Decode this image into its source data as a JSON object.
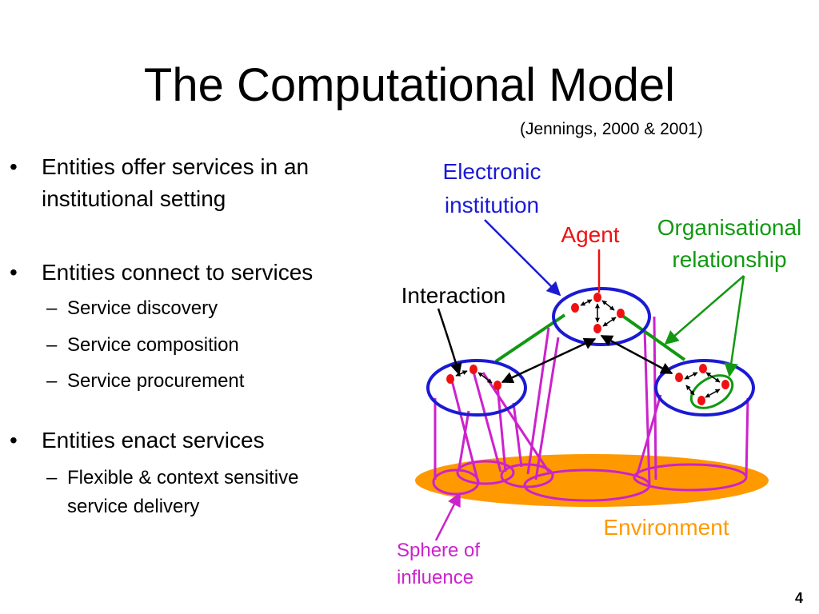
{
  "slide": {
    "title": "The Computational Model",
    "citation": "(Jennings, 2000 & 2001)",
    "page_number": "4"
  },
  "bullets": [
    {
      "text_lines": [
        "Entities offer services in an",
        "institutional setting"
      ],
      "sub": []
    },
    {
      "text_lines": [
        "Entities connect to services"
      ],
      "sub": [
        {
          "text_lines": [
            "Service discovery"
          ]
        },
        {
          "text_lines": [
            "Service composition"
          ]
        },
        {
          "text_lines": [
            "Service procurement"
          ]
        }
      ]
    },
    {
      "text_lines": [
        "Entities enact services"
      ],
      "sub": [
        {
          "text_lines": [
            "Flexible & context sensitive",
            "service delivery"
          ]
        }
      ]
    }
  ],
  "diagram": {
    "labels": {
      "electronic_institution": [
        "Electronic",
        "institution"
      ],
      "agent": "Agent",
      "organisational_relationship": [
        "Organisational",
        "relationship"
      ],
      "interaction": "Interaction",
      "environment": "Environment",
      "sphere_of_influence": [
        "Sphere of",
        "influence"
      ]
    },
    "colors": {
      "institution": "#1a1ad4",
      "agent": "#ee1111",
      "organisational": "#119911",
      "sphere": "#cc22cc",
      "environment": "#ff9900",
      "text": "#000000"
    }
  }
}
